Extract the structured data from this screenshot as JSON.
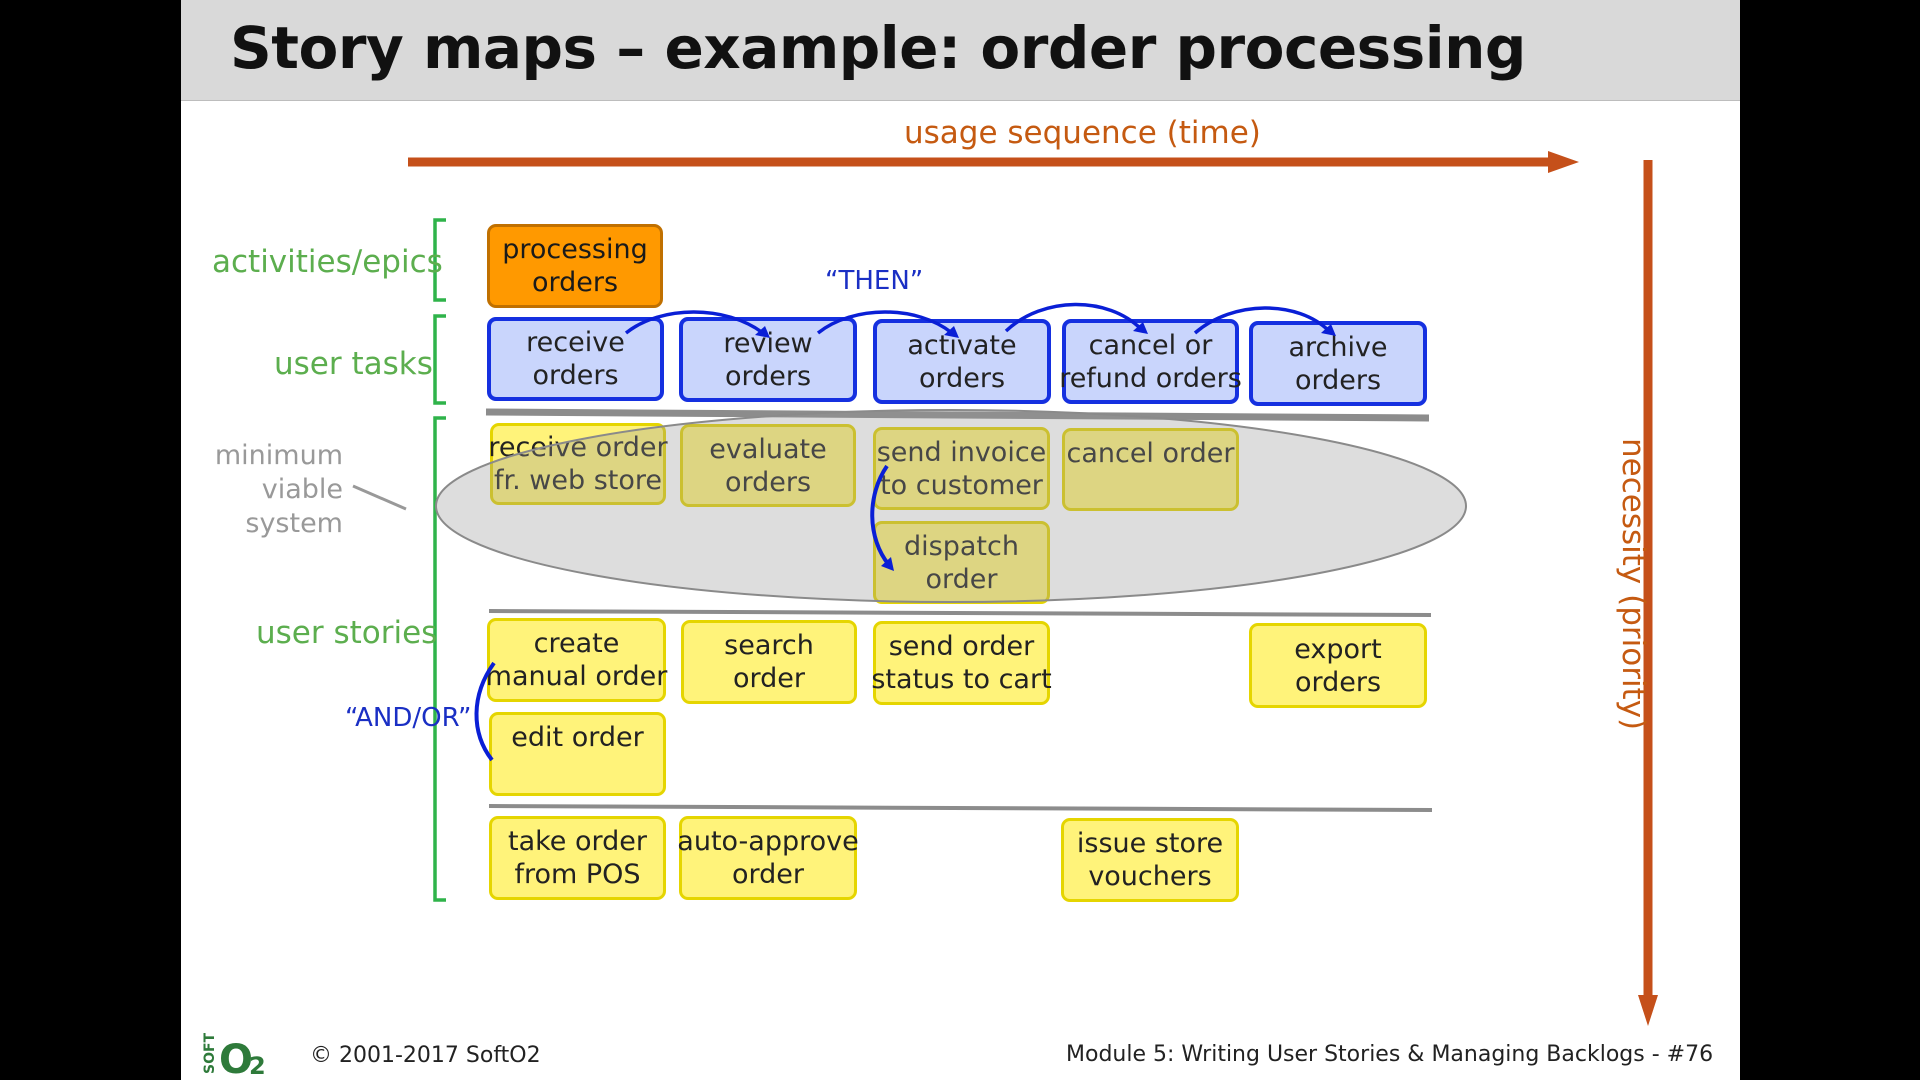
{
  "slide": {
    "title": "Story maps – example: order processing",
    "axis_time_label": "usage sequence (time)",
    "axis_priority_label": "necessity (priority)",
    "then_label": "“THEN”",
    "and_or_label": "“AND/OR”",
    "mvs_label_lines": [
      "minimum",
      "viable",
      "system"
    ]
  },
  "row_labels": {
    "activities": "activities/epics",
    "tasks": "user tasks",
    "stories": "user stories"
  },
  "epic": "processing\norders",
  "tasks": [
    "receive\norders",
    "review\norders",
    "activate\norders",
    "cancel or\nrefund orders",
    "archive\norders"
  ],
  "stories": {
    "release1": [
      "receive order\nfr. web store",
      "evaluate\norders",
      "send invoice\nto customer",
      "dispatch\norder",
      "cancel order"
    ],
    "release2": [
      "create\nmanual order",
      "search\norder",
      "send order\nstatus to cart",
      "export\norders",
      "edit order"
    ],
    "release3": [
      "take order\nfrom POS",
      "auto-approve\norder",
      "issue store\nvouchers"
    ]
  },
  "footer": {
    "logo": "SOFT O2",
    "copyright": "© 2001-2017 SoftO2",
    "module": "Module 5: Writing User Stories & Managing Backlogs  -  #76"
  },
  "colors": {
    "epic": "#ff9900",
    "task_fill": "#c9d5fc",
    "task_border": "#1530e0",
    "story_fill": "#fff37a",
    "arrow": "#c5501a",
    "label_green": "#5cae4e",
    "connector_blue": "#0a1fd6"
  }
}
